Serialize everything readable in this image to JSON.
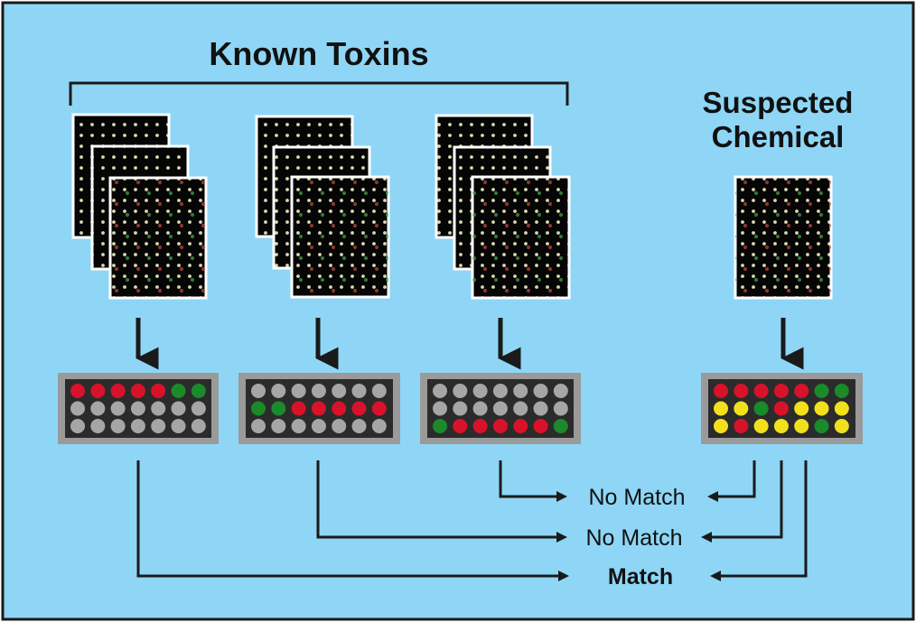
{
  "labels": {
    "known_toxins": "Known Toxins",
    "suspected_line1": "Suspected",
    "suspected_line2": "Chemical",
    "result_1": "No Match",
    "result_2": "No Match",
    "result_3": "Match"
  },
  "colors": {
    "background": "#8fd6f6",
    "frame": "#1a1a1a",
    "profile_box": "#9a9a9a",
    "profile_inner": "#2b2b2b",
    "spot_red": "#d8122a",
    "spot_green": "#1a8a2a",
    "spot_gray": "#a6a6a6",
    "spot_yellow": "#f2e01c"
  },
  "profiles": [
    {
      "name": "toxin-1",
      "rows": [
        [
          "red",
          "red",
          "red",
          "red",
          "red",
          "green",
          "green"
        ],
        [
          "gray",
          "gray",
          "gray",
          "gray",
          "gray",
          "gray",
          "gray"
        ],
        [
          "gray",
          "gray",
          "gray",
          "gray",
          "gray",
          "gray",
          "gray"
        ]
      ]
    },
    {
      "name": "toxin-2",
      "rows": [
        [
          "gray",
          "gray",
          "gray",
          "gray",
          "gray",
          "gray",
          "gray"
        ],
        [
          "green",
          "green",
          "red",
          "red",
          "red",
          "red",
          "red"
        ],
        [
          "gray",
          "gray",
          "gray",
          "gray",
          "gray",
          "gray",
          "gray"
        ]
      ]
    },
    {
      "name": "toxin-3",
      "rows": [
        [
          "gray",
          "gray",
          "gray",
          "gray",
          "gray",
          "gray",
          "gray"
        ],
        [
          "gray",
          "gray",
          "gray",
          "gray",
          "gray",
          "gray",
          "gray"
        ],
        [
          "green",
          "red",
          "red",
          "red",
          "red",
          "red",
          "green"
        ]
      ]
    },
    {
      "name": "suspected",
      "rows": [
        [
          "red",
          "red",
          "red",
          "red",
          "red",
          "green",
          "green"
        ],
        [
          "yellow",
          "yellow",
          "green",
          "red",
          "yellow",
          "yellow",
          "yellow"
        ],
        [
          "yellow",
          "red",
          "yellow",
          "yellow",
          "yellow",
          "green",
          "yellow"
        ]
      ]
    }
  ]
}
